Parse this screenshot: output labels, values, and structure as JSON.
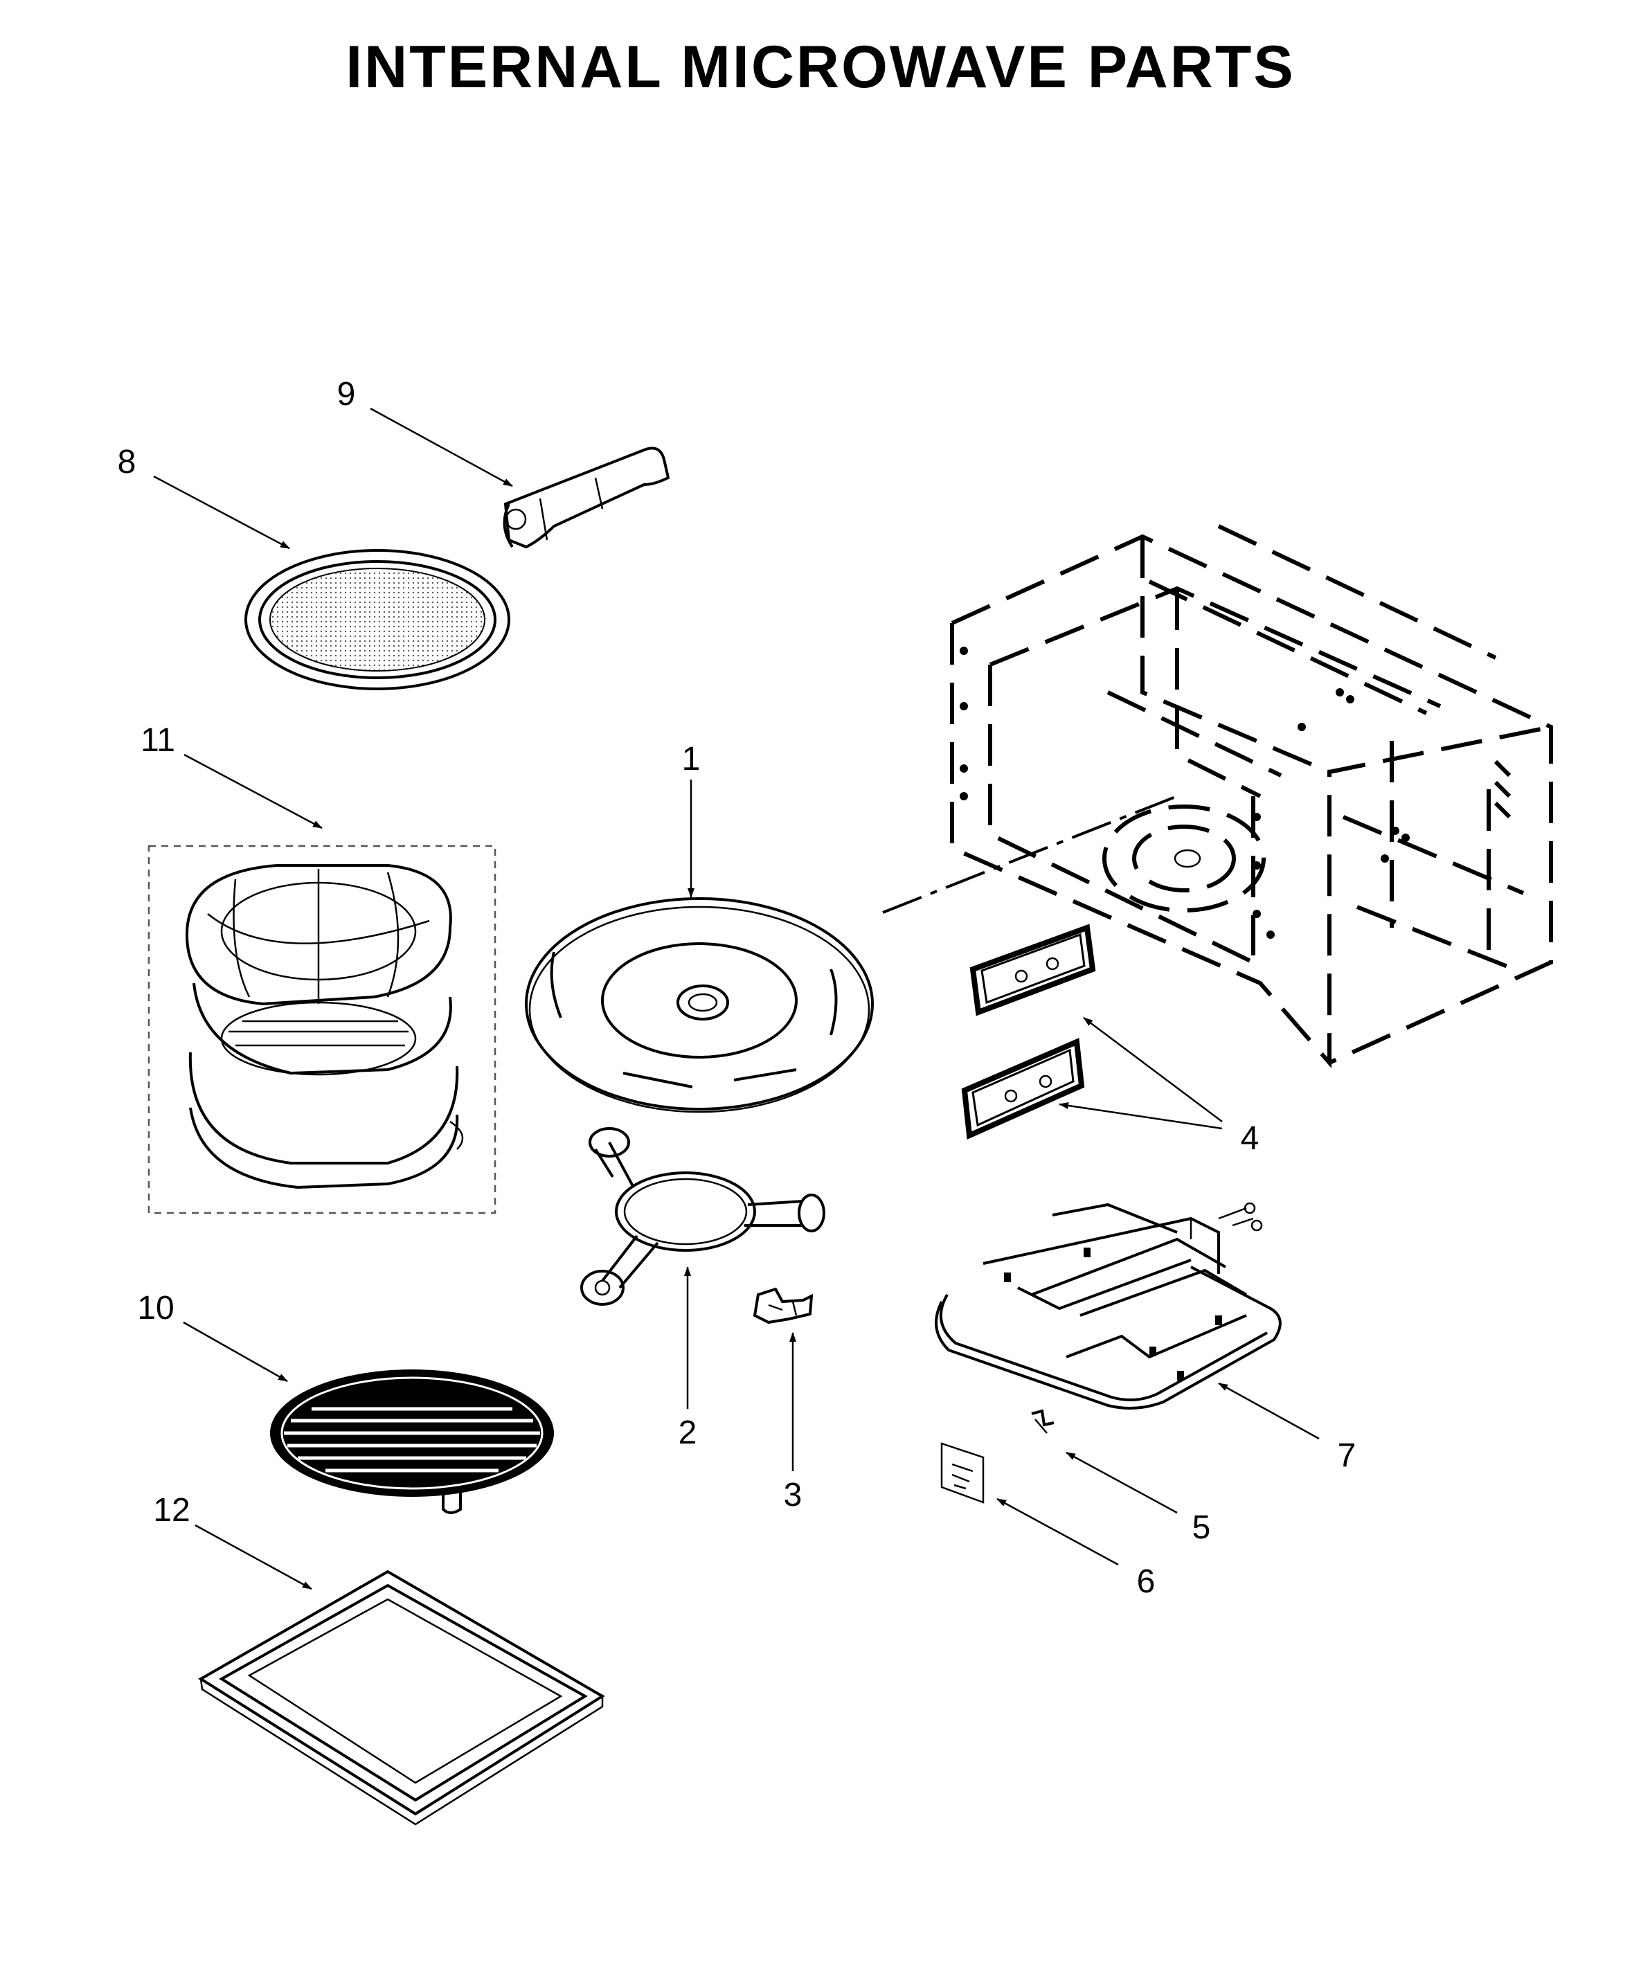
{
  "title": "INTERNAL MICROWAVE PARTS",
  "callouts": {
    "c1": "1",
    "c2": "2",
    "c3": "3",
    "c4": "4",
    "c5": "5",
    "c6": "6",
    "c7": "7",
    "c8": "8",
    "c9": "9",
    "c10": "10",
    "c11": "11",
    "c12": "12"
  }
}
